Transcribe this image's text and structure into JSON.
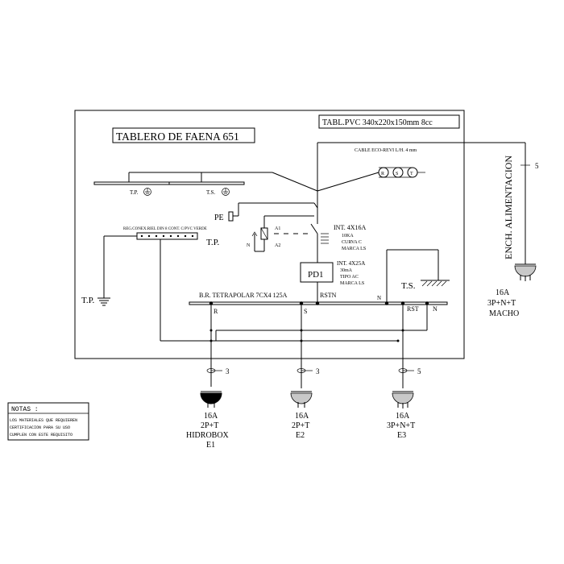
{
  "title": "TABLERO DE FAENA 651",
  "enclosure": "TABL.PVC 340x220x150mm 8cc",
  "cable_label": "CABLE ECO-REVI L/H. 4 mm",
  "cable_conductors": [
    "R",
    "S",
    "T"
  ],
  "ground_bar_tp": "T.P.",
  "ground_bar_ts": "T.S.",
  "pe_label": "PE",
  "coil": {
    "n": "N",
    "a1": "A1",
    "a2": "A2"
  },
  "main_breaker": {
    "line1": "INT. 4X16A",
    "line2": "10KA",
    "line3": "CURVA C",
    "line4": "MARCA LS"
  },
  "differential": {
    "label": "PD1",
    "line1": "INT. 4X25A",
    "line2": "30mA",
    "line3": "TIPO AC",
    "line4": "MARCA LS"
  },
  "bornes": {
    "label": "REG.CONEX.RIEL DIN 8 CONT. C/PVC VERDE",
    "tp": "T.P."
  },
  "tp_ground": "T.P.",
  "ts_ground": "T.S.",
  "busbar": {
    "label": "B.R. TETRAPOLAR 7CX4 125A",
    "rstn": "RSTN",
    "n_in": "N",
    "r": "R",
    "s": "S",
    "rst": "RST",
    "n_out": "N"
  },
  "inlet": {
    "title": "ENCH. ALIMENTACION",
    "count": "5",
    "line1": "16A",
    "line2": "3P+N+T",
    "line3": "MACHO"
  },
  "outlets": [
    {
      "count": "3",
      "line1": "16A",
      "line2": "2P+T",
      "line3": "HIDROBOX",
      "line4": "E1"
    },
    {
      "count": "3",
      "line1": "16A",
      "line2": "2P+T",
      "line3": "E2"
    },
    {
      "count": "5",
      "line1": "16A",
      "line2": "3P+N+T",
      "line3": "E3"
    }
  ],
  "notes": {
    "title": "NOTAS :",
    "line1": "LOS MATERIALES QUE REQUIEREN",
    "line2": "CERTIFICACION PARA SU USO",
    "line3": "CUMPLEN CON ESTE REQUISITO"
  }
}
